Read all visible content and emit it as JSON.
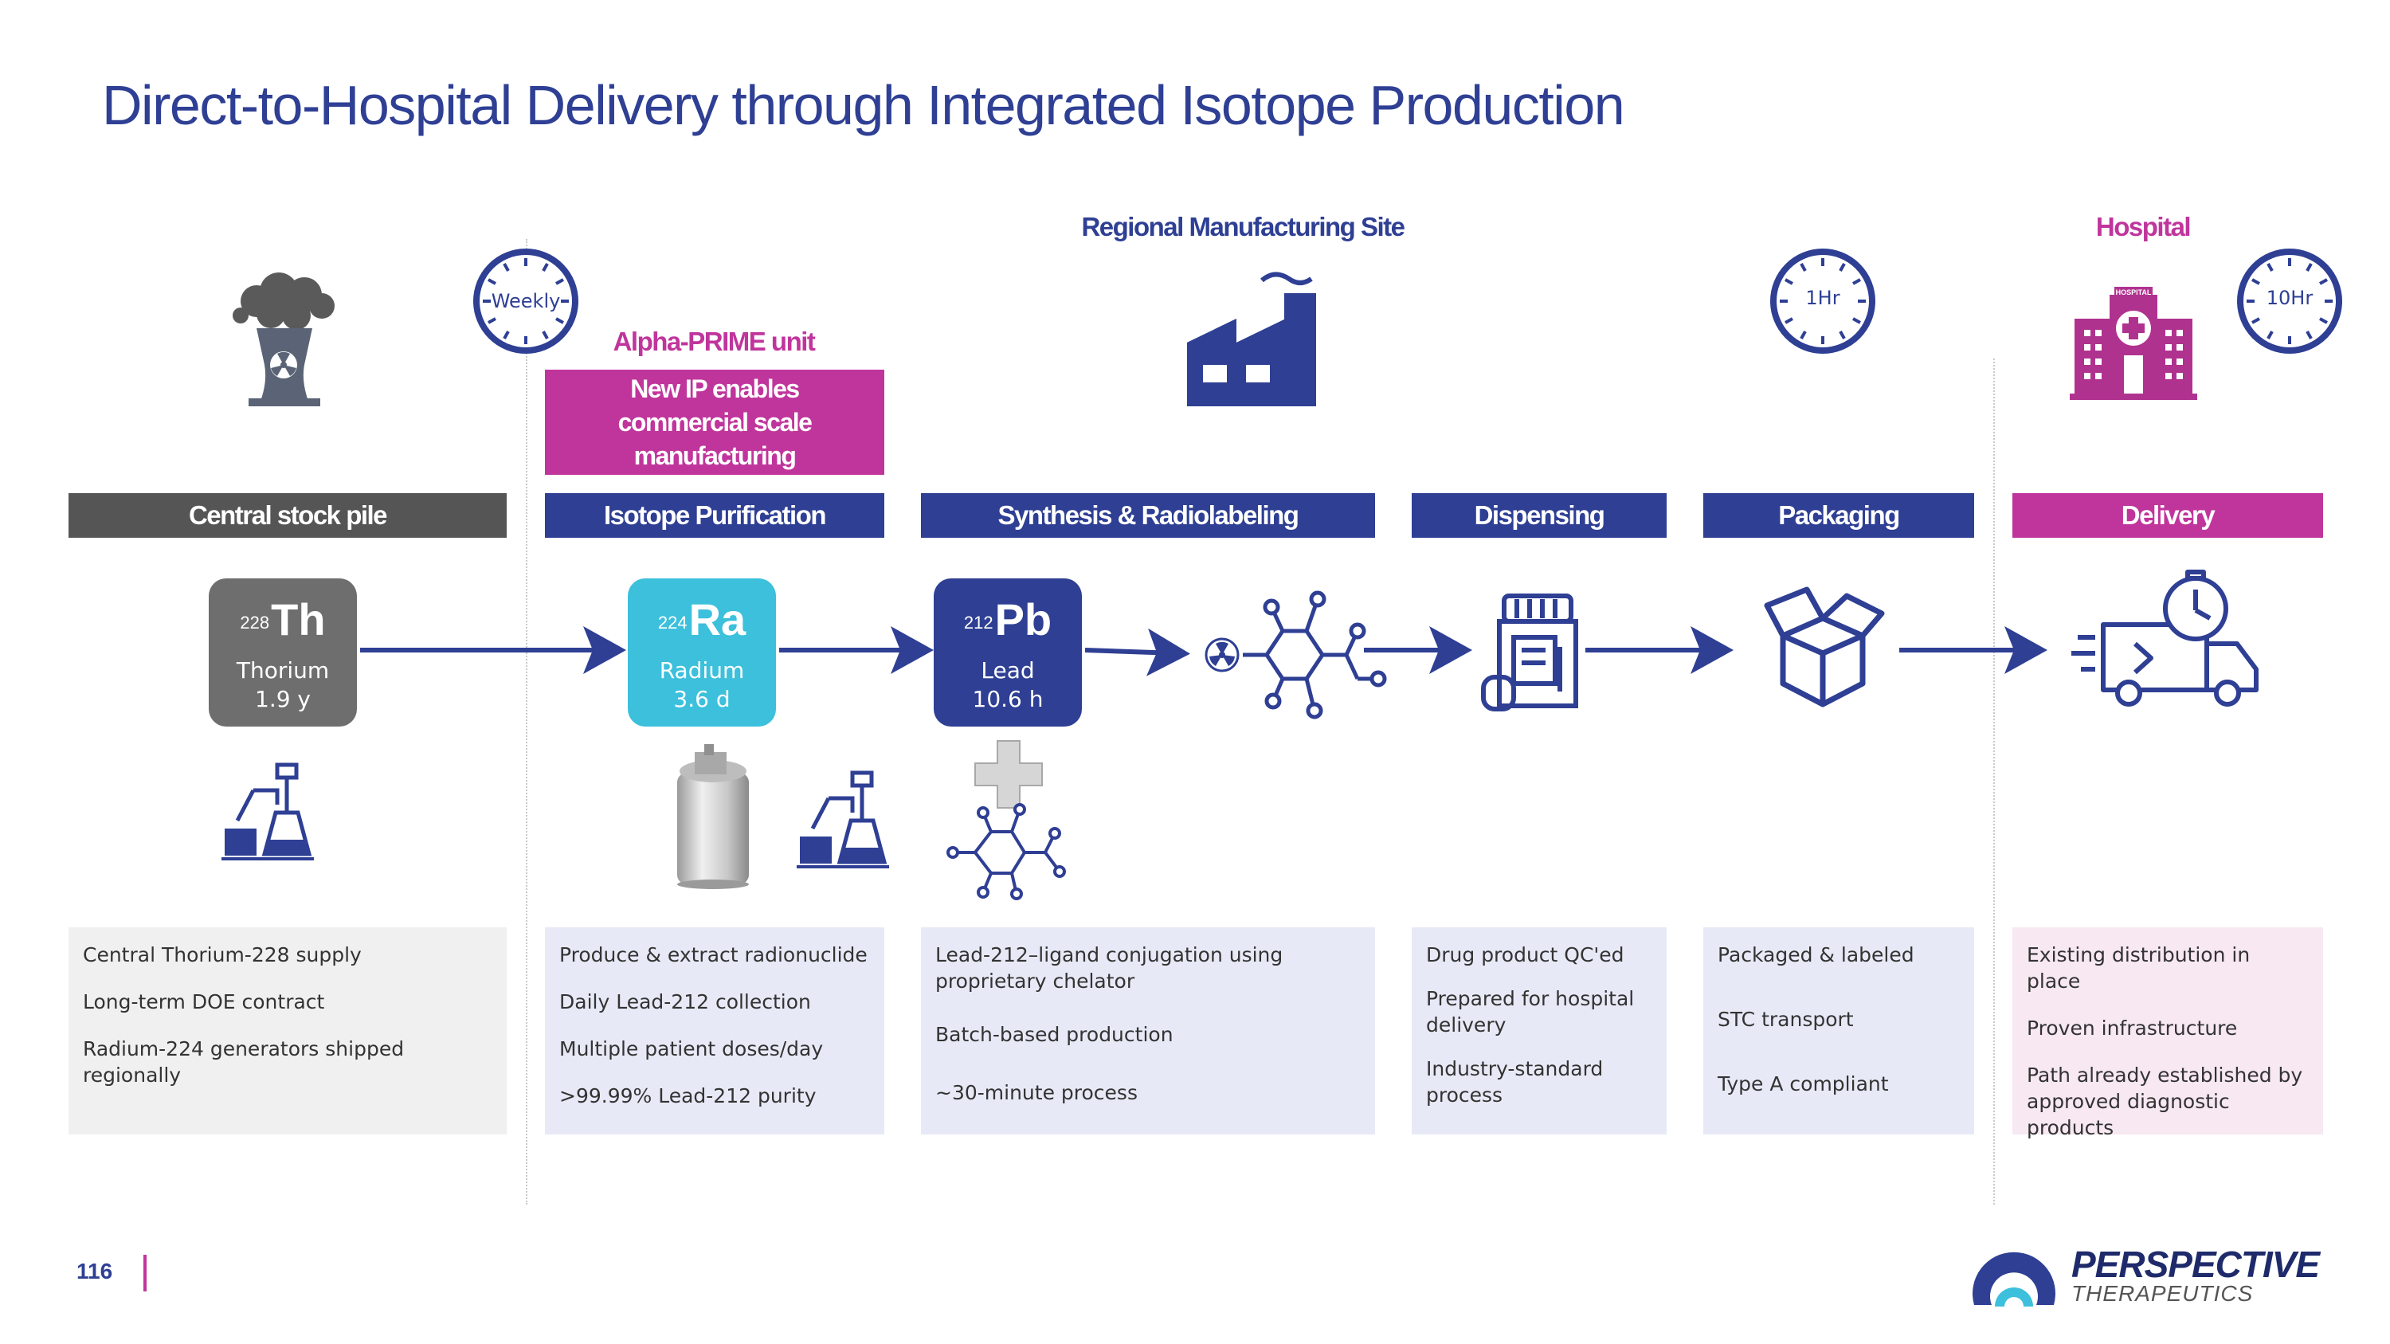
{
  "title": "Direct-to-Hospital Delivery through Integrated Isotope Production",
  "section_labels": {
    "regional": "Regional Manufacturing Site",
    "hospital": "Hospital",
    "alpha_prime": "Alpha-PRIME unit"
  },
  "alpha_prime_box": [
    "New IP enables",
    "commercial scale",
    "manufacturing"
  ],
  "clocks": {
    "weekly": "Weekly",
    "one_hr": "1Hr",
    "ten_hr": "10Hr"
  },
  "hospital_sign": "HOSPITAL",
  "stages": [
    {
      "label": "Central stock pile",
      "color": "#555555"
    },
    {
      "label": "Isotope Purification",
      "color": "#2e3f94"
    },
    {
      "label": "Synthesis & Radiolabeling",
      "color": "#2e3f94"
    },
    {
      "label": "Dispensing",
      "color": "#2e3f94"
    },
    {
      "label": "Packaging",
      "color": "#2e3f94"
    },
    {
      "label": "Delivery",
      "color": "#c0359c"
    }
  ],
  "isotopes": [
    {
      "mass": "228",
      "symbol": "Th",
      "name": "Thorium",
      "half_life": "1.9 y",
      "color": "#6e6e6e"
    },
    {
      "mass": "224",
      "symbol": "Ra",
      "name": "Radium",
      "half_life": "3.6 d",
      "color": "#3cc0dc"
    },
    {
      "mass": "212",
      "symbol": "Pb",
      "name": "Lead",
      "half_life": "10.6 h",
      "color": "#2e3f94"
    }
  ],
  "descriptions": [
    [
      "Central Thorium-228 supply",
      "Long-term DOE contract",
      "Radium-224 generators shipped regionally"
    ],
    [
      "Produce & extract radionuclide",
      "Daily Lead-212 collection",
      "Multiple patient doses/day",
      ">99.99% Lead-212 purity"
    ],
    [
      "Lead-212–ligand conjugation using proprietary chelator",
      "Batch-based production",
      "~30-minute process"
    ],
    [
      "Drug product QC'ed",
      "Prepared for hospital delivery",
      "Industry-standard process"
    ],
    [
      "Packaged & labeled",
      "STC transport",
      "Type A compliant"
    ],
    [
      "Existing distribution in place",
      "Proven infrastructure",
      "Path already established by approved diagnostic products"
    ]
  ],
  "footer": {
    "page_number": "116"
  },
  "logo": {
    "name": "PERSPECTIVE",
    "sub": "THERAPEUTICS"
  },
  "colors": {
    "navy": "#2e3f94",
    "magenta": "#c0359c",
    "cyan": "#3cc0dc",
    "gray": "#555555"
  }
}
